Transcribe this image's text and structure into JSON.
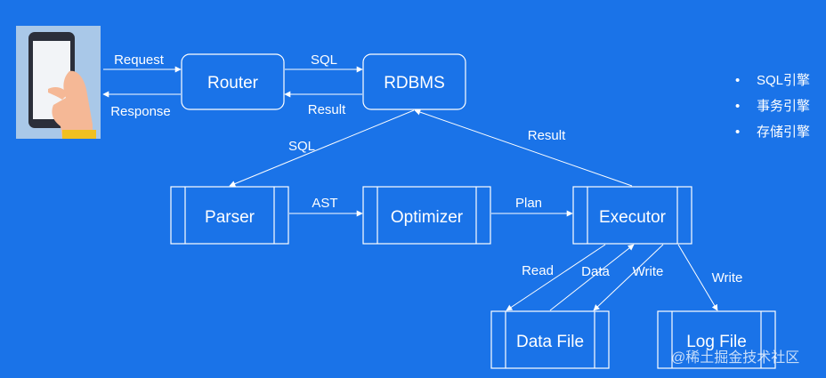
{
  "nodes": {
    "router": "Router",
    "rdbms": "RDBMS",
    "parser": "Parser",
    "optimizer": "Optimizer",
    "executor": "Executor",
    "data_file": "Data File",
    "log_file": "Log File"
  },
  "edges": {
    "request": "Request",
    "response": "Response",
    "sql_top": "SQL",
    "result_top": "Result",
    "sql_down": "SQL",
    "result_up": "Result",
    "ast": "AST",
    "plan": "Plan",
    "read": "Read",
    "data": "Data",
    "write_data": "Write",
    "write_log": "Write"
  },
  "bullets": [
    "SQL引擎",
    "事务引擎",
    "存储引擎"
  ],
  "bullet_symbol": "•",
  "watermark": "@稀土掘金技术社区",
  "icons": {
    "phone": "phone-in-hand-icon"
  },
  "colors": {
    "background": "#1a73e8",
    "line": "#ffffff"
  }
}
